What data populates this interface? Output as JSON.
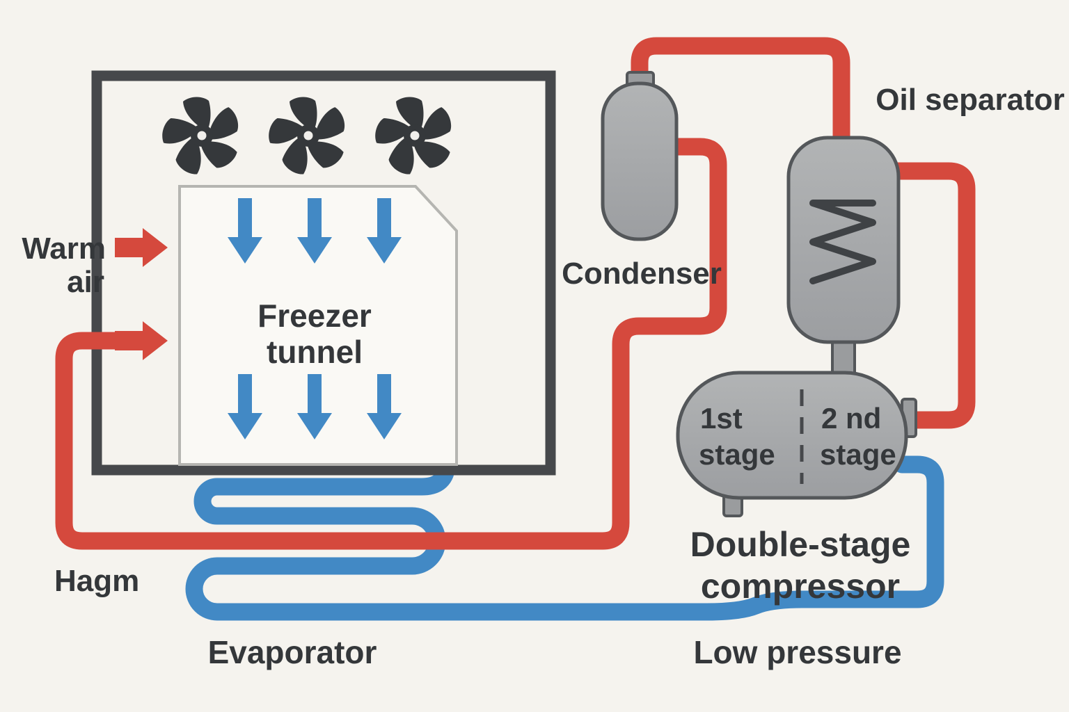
{
  "diagram": {
    "labels": {
      "warm_air_1": "Warm",
      "warm_air_2": "air",
      "freezer_1": "Freezer",
      "freezer_2": "tunnel",
      "condenser": "Condenser",
      "oil_separator": "Oil separator",
      "stage1_1": "1st",
      "stage1_2": "stage",
      "stage2_1": "2 nd",
      "stage2_2": "stage",
      "compressor_1": "Double-stage",
      "compressor_2": "compressor",
      "hagm": "Hagm",
      "evaporator": "Evaporator",
      "low_pressure": "Low pressure"
    },
    "colors": {
      "background": "#f5f3ee",
      "pipe_hot": "#d5493d",
      "pipe_cold": "#4289c5",
      "wall": "#46484b",
      "fan": "#35383b",
      "vessel_fill": "#a9abac",
      "vessel_stroke": "#54575a",
      "text": "#34373a",
      "inner_fill": "#faf9f5",
      "inner_stroke": "#b5b5b1"
    }
  }
}
